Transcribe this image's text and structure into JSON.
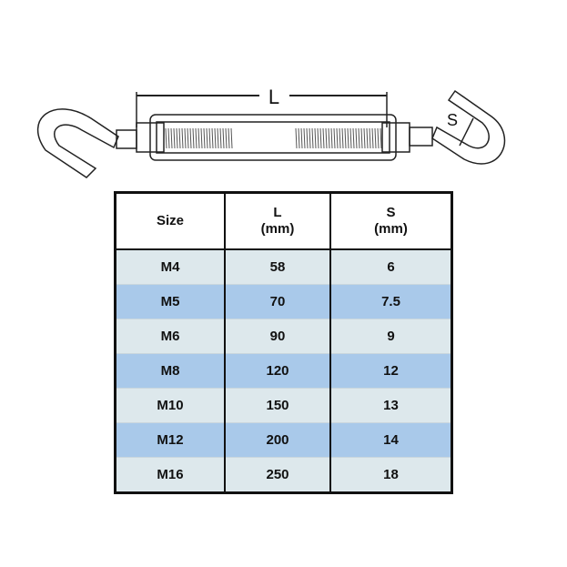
{
  "diagram": {
    "length_label": "L",
    "hook_opening_label": "S"
  },
  "table": {
    "headers": [
      {
        "line1": "Size",
        "line2": ""
      },
      {
        "line1": "L",
        "line2": "(mm)"
      },
      {
        "line1": "S",
        "line2": "(mm)"
      }
    ],
    "rows": [
      [
        "M4",
        "58",
        "6"
      ],
      [
        "M5",
        "70",
        "7.5"
      ],
      [
        "M6",
        "90",
        "9"
      ],
      [
        "M8",
        "120",
        "12"
      ],
      [
        "M10",
        "150",
        "13"
      ],
      [
        "M12",
        "200",
        "14"
      ],
      [
        "M16",
        "250",
        "18"
      ]
    ]
  },
  "colors": {
    "row_light": "#dde8ec",
    "row_dark": "#a9c9ea",
    "border": "#111111"
  }
}
